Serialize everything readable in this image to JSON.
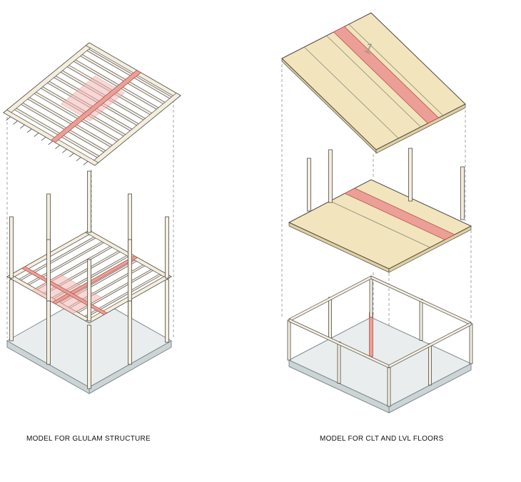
{
  "colors": {
    "background": "#ffffff",
    "line": "#4a4a4a",
    "wood": "#f2e4bd",
    "wood_light": "#f5eedd",
    "wood_dark": "#e2cf9f",
    "red_fill": "#eb9f97",
    "red_stroke": "#b5524b",
    "pink": "#f3b7b5",
    "slab": "#e9edee",
    "slab_side": "#ccd4d6",
    "slab_edge": "#7d8a8e",
    "dash": "#9b9b9b"
  },
  "left_diagram": {
    "label": "MODEL FOR GLULAM STRUCTURE"
  },
  "right_diagram": {
    "label": "MODEL FOR CLT AND LVL FLOORS",
    "roof_mark": "1"
  }
}
